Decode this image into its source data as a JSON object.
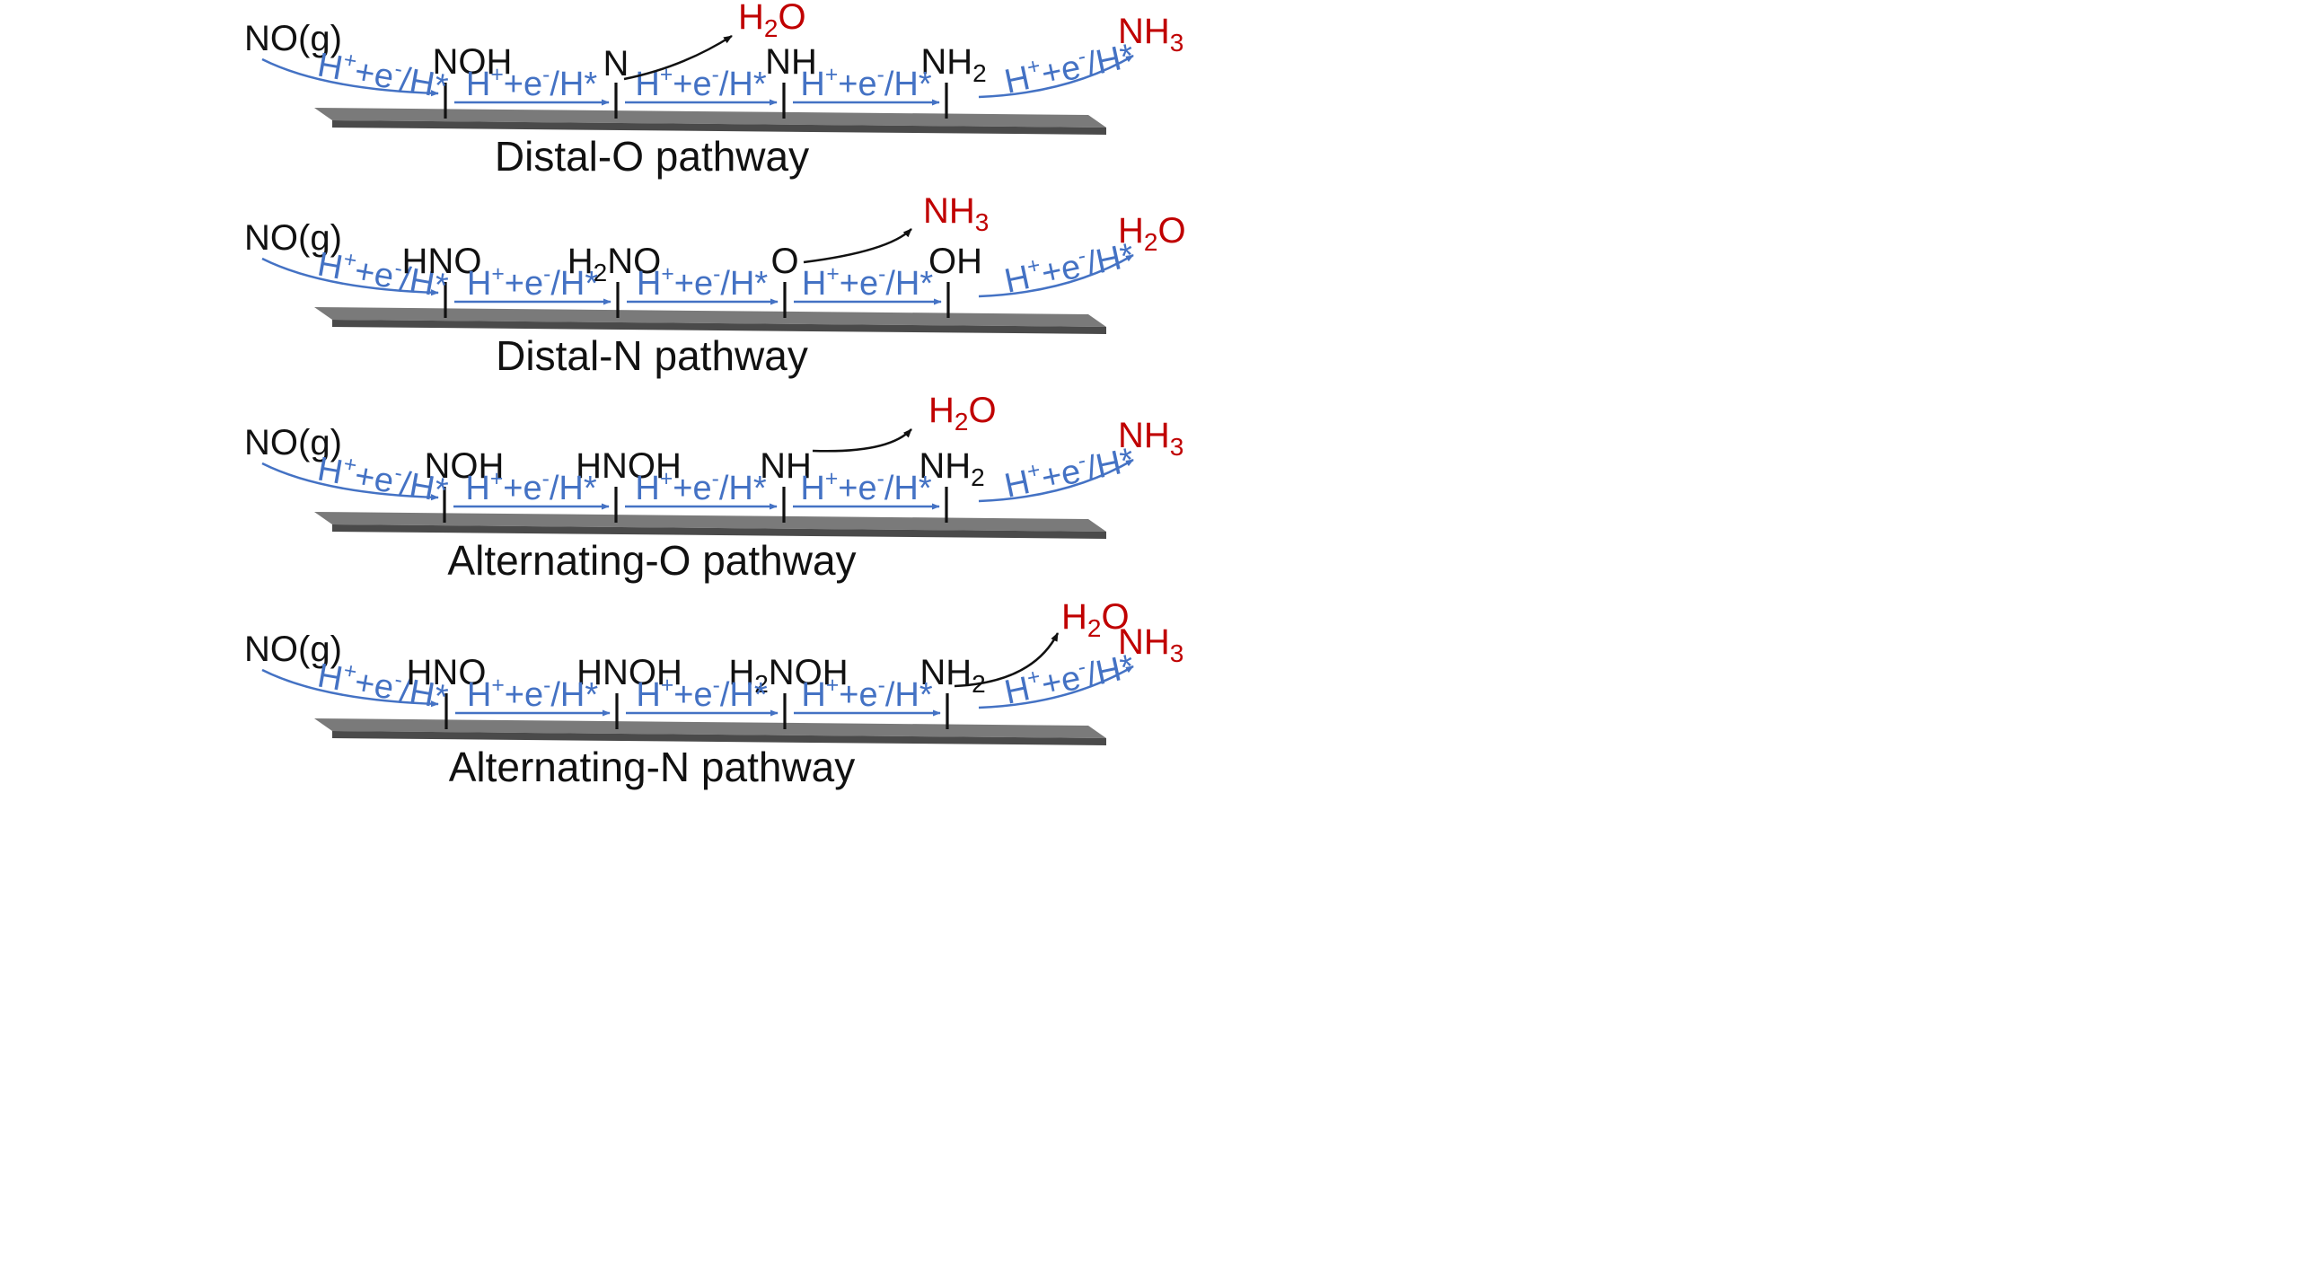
{
  "colors": {
    "reagent": "#4472C4",
    "product": "#C00000",
    "text": "#111111",
    "slab_top": "#7a7a7a",
    "slab_front": "#4a4a4a"
  },
  "reagent_label": [
    "H",
    "+",
    "+e",
    "-",
    "/H*"
  ],
  "pathways": [
    {
      "name": "Distal-O pathway",
      "source": "NO(g)",
      "intermediates": [
        {
          "parts": [
            [
              "NOH",
              ""
            ]
          ]
        },
        {
          "parts": [
            [
              "N",
              ""
            ]
          ]
        },
        {
          "parts": [
            [
              "NH",
              ""
            ]
          ]
        },
        {
          "parts": [
            [
              "NH",
              ""
            ],
            [
              "2",
              "sub"
            ]
          ]
        }
      ],
      "mid_product": {
        "parts": [
          [
            "H",
            ""
          ],
          [
            "2",
            "sub"
          ],
          [
            "O",
            ""
          ]
        ]
      },
      "final_product": {
        "parts": [
          [
            "NH",
            ""
          ],
          [
            "3",
            "sub"
          ]
        ]
      }
    },
    {
      "name": "Distal-N pathway",
      "source": "NO(g)",
      "intermediates": [
        {
          "parts": [
            [
              "HNO",
              ""
            ]
          ]
        },
        {
          "parts": [
            [
              "H",
              ""
            ],
            [
              "2",
              "sub"
            ],
            [
              "NO",
              ""
            ]
          ]
        },
        {
          "parts": [
            [
              "O",
              ""
            ]
          ]
        },
        {
          "parts": [
            [
              "OH",
              ""
            ]
          ]
        }
      ],
      "mid_product": {
        "parts": [
          [
            "NH",
            ""
          ],
          [
            "3",
            "sub"
          ]
        ]
      },
      "final_product": {
        "parts": [
          [
            "H",
            ""
          ],
          [
            "2",
            "sub"
          ],
          [
            "O",
            ""
          ]
        ]
      }
    },
    {
      "name": "Alternating-O pathway",
      "source": "NO(g)",
      "intermediates": [
        {
          "parts": [
            [
              "NOH",
              ""
            ]
          ]
        },
        {
          "parts": [
            [
              "HNOH",
              ""
            ]
          ]
        },
        {
          "parts": [
            [
              "NH",
              ""
            ]
          ]
        },
        {
          "parts": [
            [
              "NH",
              ""
            ],
            [
              "2",
              "sub"
            ]
          ]
        }
      ],
      "mid_product": {
        "parts": [
          [
            "H",
            ""
          ],
          [
            "2",
            "sub"
          ],
          [
            "O",
            ""
          ]
        ]
      },
      "final_product": {
        "parts": [
          [
            "NH",
            ""
          ],
          [
            "3",
            "sub"
          ]
        ]
      }
    },
    {
      "name": "Alternating-N pathway",
      "source": "NO(g)",
      "intermediates": [
        {
          "parts": [
            [
              "HNO",
              ""
            ]
          ]
        },
        {
          "parts": [
            [
              "HNOH",
              ""
            ]
          ]
        },
        {
          "parts": [
            [
              "H",
              ""
            ],
            [
              "2",
              "sub"
            ],
            [
              "NOH",
              ""
            ]
          ]
        },
        {
          "parts": [
            [
              "NH",
              ""
            ],
            [
              "2",
              "sub"
            ]
          ]
        }
      ],
      "mid_product": {
        "parts": [
          [
            "H",
            ""
          ],
          [
            "2",
            "sub"
          ],
          [
            "O",
            ""
          ]
        ]
      },
      "final_product": {
        "parts": [
          [
            "NH",
            ""
          ],
          [
            "3",
            "sub"
          ]
        ]
      }
    }
  ]
}
